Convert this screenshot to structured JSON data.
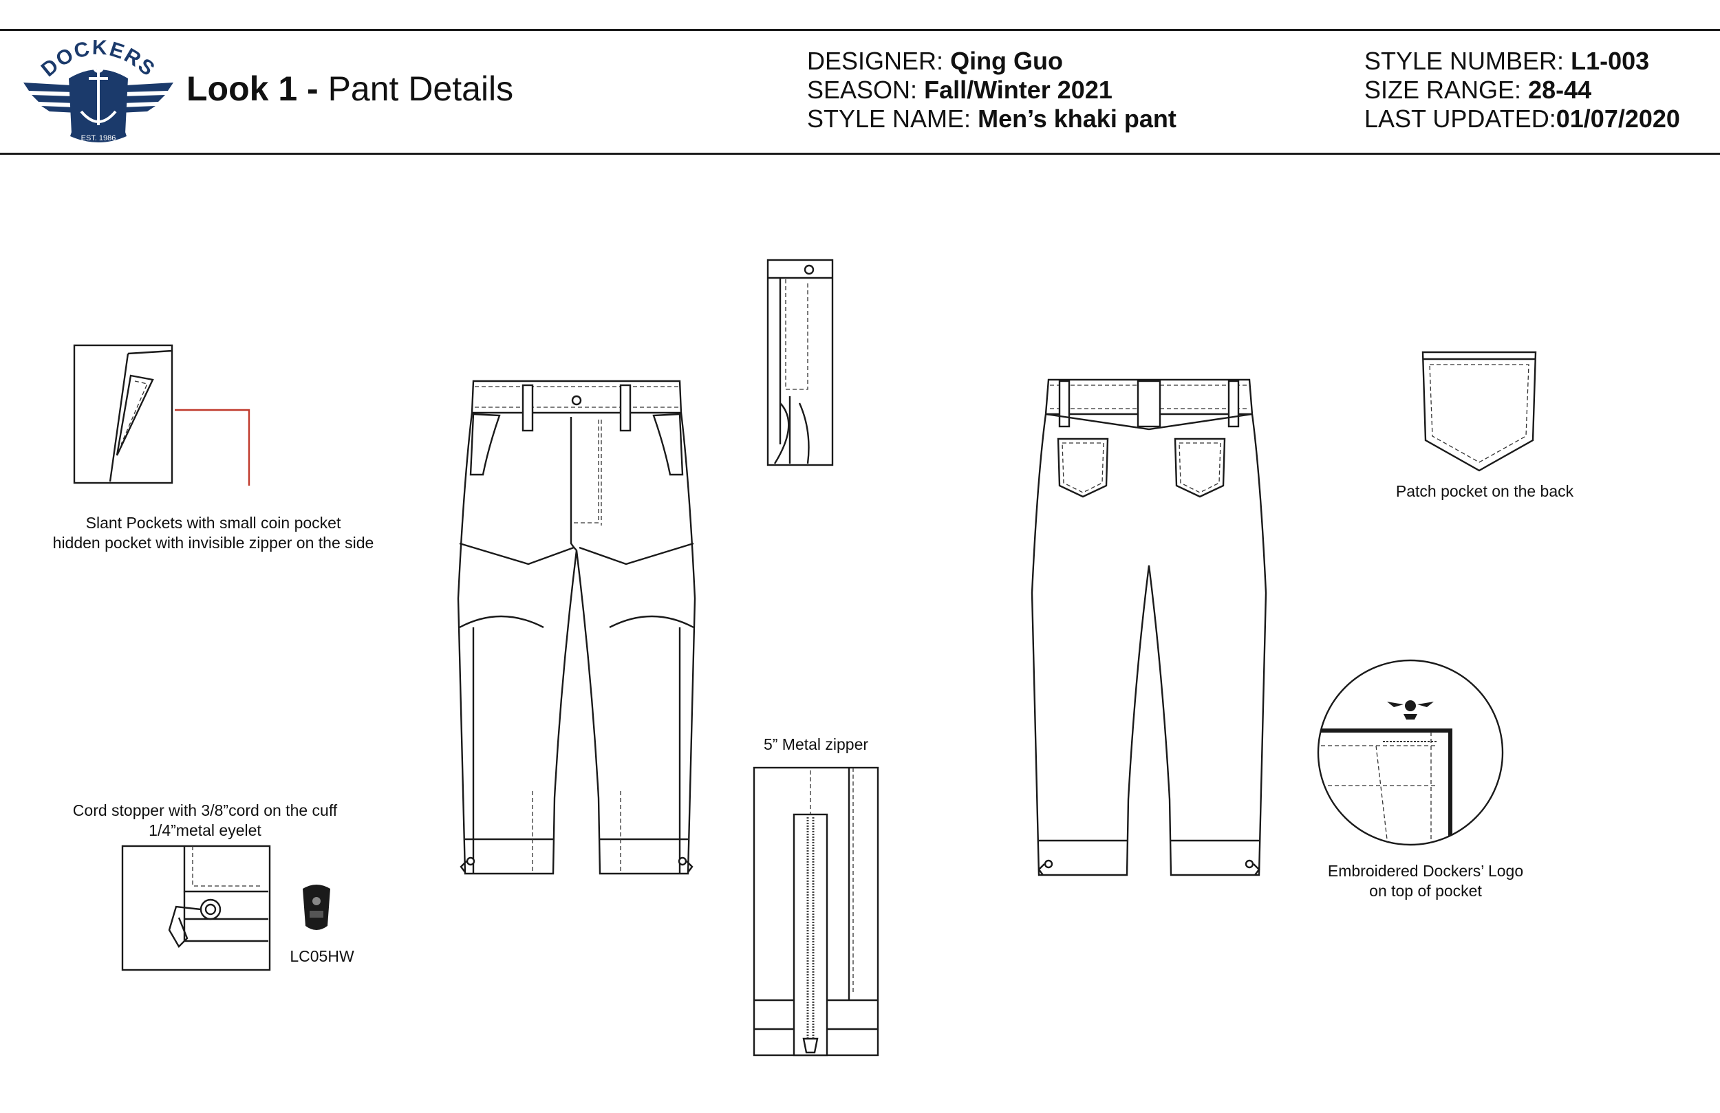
{
  "header": {
    "brand": "DOCKERS",
    "brand_est": "EST. 1986",
    "title_bold": "Look 1 -",
    "title_rest": " Pant Details",
    "designer_label": "DESIGNER:",
    "designer_value": "Qing Guo",
    "season_label": "SEASON:",
    "season_value": "Fall/Winter 2021",
    "style_name_label": "STYLE NAME:",
    "style_name_value": "Men’s khaki pant",
    "style_number_label": "STYLE NUMBER:",
    "style_number_value": "L1-003",
    "size_range_label": "SIZE RANGE:",
    "size_range_value": "28-44",
    "last_updated_label": "LAST UPDATED:",
    "last_updated_value": "01/07/2020"
  },
  "captions": {
    "slant_line1": "Slant Pockets with small coin pocket",
    "slant_line2": "hidden pocket with invisible zipper on the side",
    "cord_line1": "Cord stopper with 3/8”cord on the cuff",
    "cord_line2": "1/4”metal eyelet",
    "cord_code": "LC05HW",
    "zipper": "5” Metal zipper",
    "patch_pocket": "Patch pocket on the back",
    "logo_line1": "Embroidered Dockers’ Logo",
    "logo_line2": "on top of pocket"
  },
  "colors": {
    "brand_navy": "#1b3a6b",
    "callout_red": "#c0392b",
    "line": "#1a1a1a"
  }
}
